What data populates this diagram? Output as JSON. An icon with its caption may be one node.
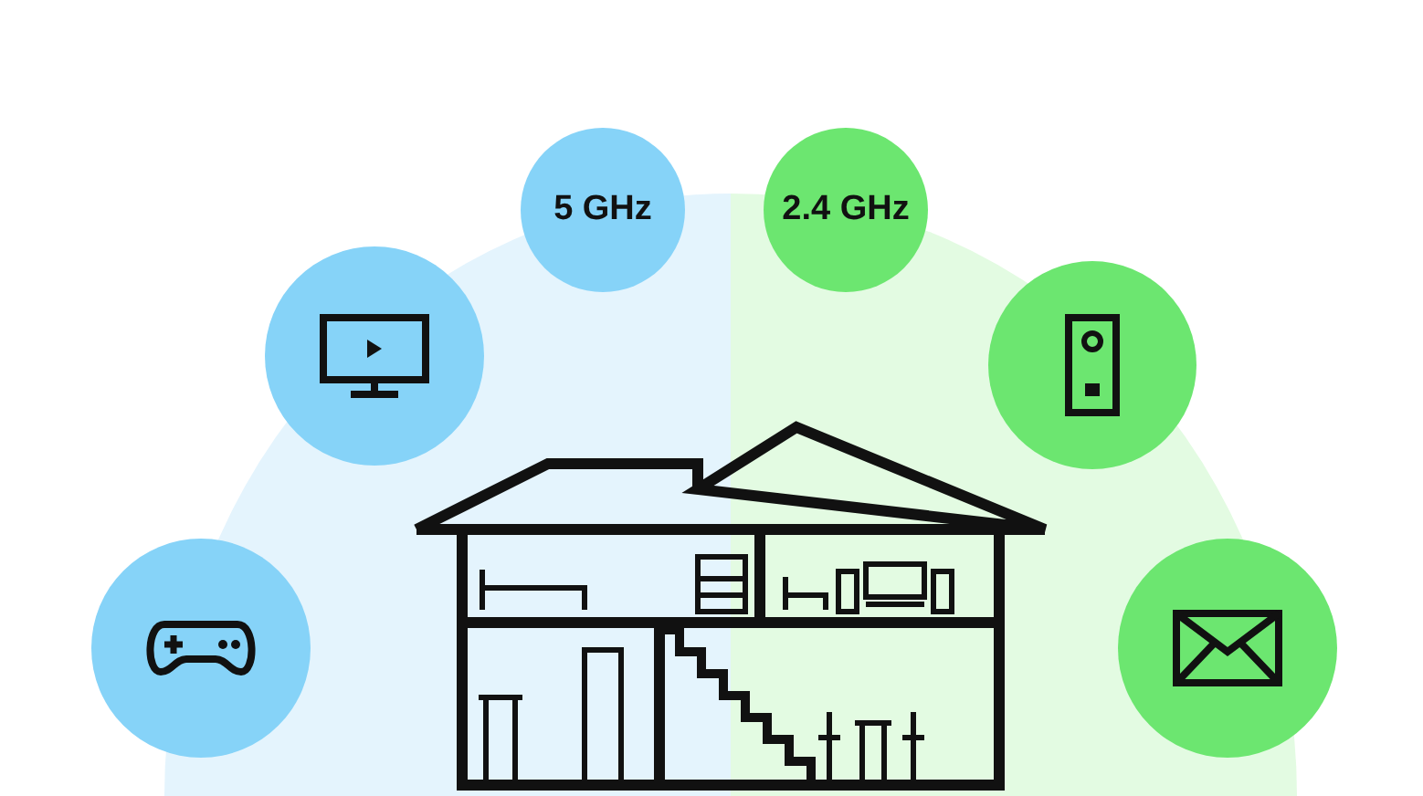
{
  "diagram": {
    "nodes": [
      {
        "text": [
          "5 GHz"
        ]
      },
      {
        "text": [
          "2.4 GHz"
        ]
      },
      {
        "text": [],
        "shape": "circle"
      },
      {
        "text": [],
        "shape": "circle"
      },
      {
        "text": [],
        "shape": "circle"
      },
      {
        "text": [],
        "shape": "circle"
      }
    ]
  }
}
